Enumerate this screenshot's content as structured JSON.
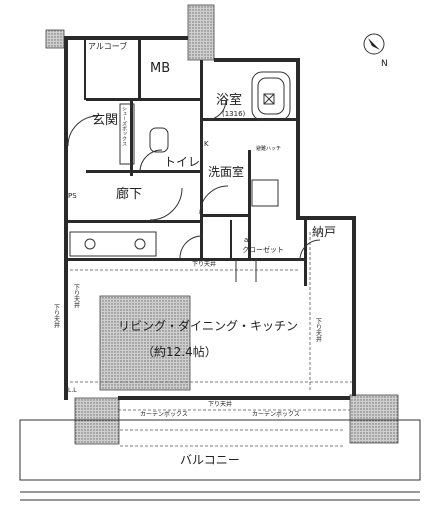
{
  "compass": {
    "label": "N"
  },
  "rooms": {
    "alcove": "アルコーブ",
    "mb": "MB",
    "bath": "浴室",
    "bath_size": "(1316)",
    "entrance": "玄関",
    "toilet": "トイレ",
    "corridor": "廊下",
    "washroom": "洗面室",
    "storage": "納戸",
    "closet": "クローゼット",
    "ldk": "リビング・ダイニング・キッチン",
    "ldk_size": "（約12.4帖）",
    "balcony": "バルコニー"
  },
  "labels": {
    "shoes_box": "シューズボックス",
    "ps": "PS",
    "lowered_ceiling_1": "下り天井",
    "lowered_ceiling_2": "下り天井",
    "lowered_ceiling_3": "下り天井",
    "lowered_ceiling_4": "下り天井",
    "lowered_ceiling_5": "下り天井",
    "curtain_box_1": "カーテンボックス",
    "curtain_box_2": "カーテンボックス",
    "fire_escape": "避難ハッチ",
    "small_a": "a",
    "small_k": "K",
    "mark_ll": "L.L"
  }
}
